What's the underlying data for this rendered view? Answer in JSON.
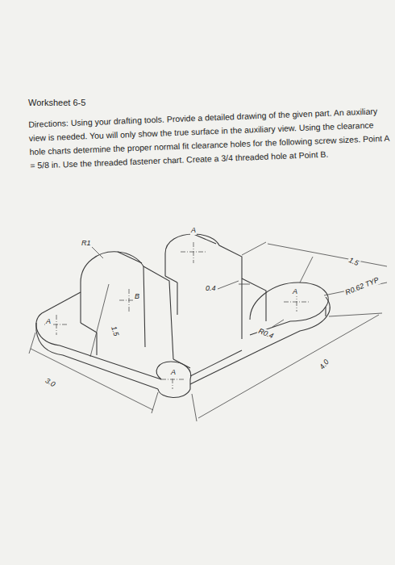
{
  "diagram": {
    "title": "Worksheet 6-5",
    "labels": [
      "Directions: Using your drafting tools. Provide a detailed drawing of the given part. An auxiliary view is needed. You will only show the true surface in the auxiliary view. Using the clearance hole charts determine the proper normal fit clearance holes for the following screw sizes. Point A = 5/8 in. Use the threaded fastener chart. Create a 3/4 threaded hole at Point B.",
      "R1",
      "A",
      "0.4",
      "1.5",
      "A",
      "R0.62 TYP",
      "B",
      "A",
      "1.5",
      "R0.4",
      "A",
      "3.0",
      "4.0"
    ]
  }
}
